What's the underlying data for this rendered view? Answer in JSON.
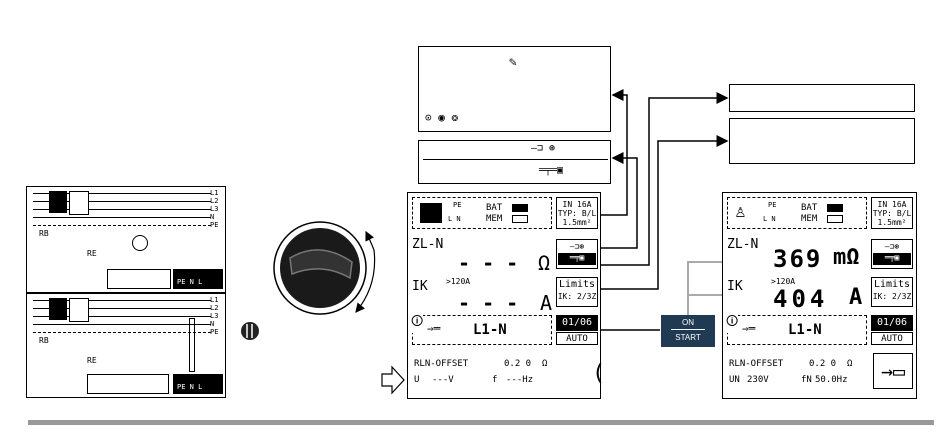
{
  "wiring": {
    "top": {
      "lines": [
        "L1",
        "L2",
        "L3",
        "N",
        "PE"
      ],
      "rb": "RB",
      "re": "RE",
      "terminals": "PE N L"
    },
    "bottom": {
      "lines": [
        "L1",
        "L2",
        "L3",
        "N",
        "PE"
      ],
      "rb": "RB",
      "re": "RE",
      "terminals": "PE N L"
    }
  },
  "screen_left": {
    "pe_label": "PE",
    "l_n": "L N",
    "bat": "BAT",
    "mem": "MEM",
    "fuse": {
      "in": "IN 16A",
      "typ": "TYP: B/L",
      "cs": "1.5mm²"
    },
    "zl": {
      "label": "ZL-N",
      "value": "- - -",
      "unit": "Ω"
    },
    "ik": {
      "label": "IK",
      "sub": ">120A",
      "value": "- - -",
      "unit": "A"
    },
    "limits": {
      "label": "Limits",
      "sub": "IK: 2/3Z"
    },
    "mode": {
      "label": "L1-N",
      "index": "01/06",
      "auto": "AUTO"
    },
    "offset": {
      "label": "RLN-OFFSET",
      "value": "0.2 0",
      "unit": "Ω"
    },
    "u": {
      "label": "U",
      "value": "---V",
      "f_label": "f",
      "f_value": "---Hz"
    }
  },
  "screen_right": {
    "pe_label": "PE",
    "l_n": "L N",
    "bat": "BAT",
    "mem": "MEM",
    "fuse": {
      "in": "IN 16A",
      "typ": "TYP: B/L",
      "cs": "1.5mm²"
    },
    "zl": {
      "label": "ZL-N",
      "value": "369",
      "unit": "mΩ"
    },
    "ik": {
      "label": "IK",
      "sub": ">120A",
      "value": "404",
      "unit": "A"
    },
    "limits": {
      "label": "Limits",
      "sub": "IK: 2/3Z"
    },
    "mode": {
      "label": "L1-N",
      "index": "01/06",
      "auto": "AUTO"
    },
    "offset": {
      "label": "RLN-OFFSET",
      "value": "0.2 0",
      "unit": "Ω"
    },
    "u": {
      "label": "UN",
      "value": "230V",
      "f_label": "fN",
      "f_value": "50.0Hz"
    }
  },
  "start_button": {
    "line1": "ON",
    "line2": "START"
  }
}
